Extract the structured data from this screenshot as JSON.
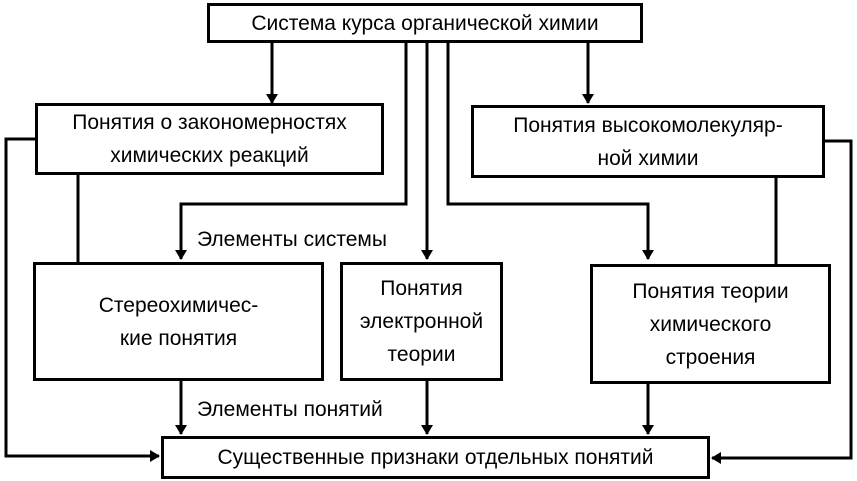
{
  "boxes": {
    "top": "Система курса органической химии",
    "left_upper": "Понятия о закономерностях\nхимических реакций",
    "right_upper": "Понятия высокомолекуляр-\nной химии",
    "stereo": "Стереохимичес-\nкие понятия",
    "electronic": "Понятия\nэлектронной\nтеории",
    "structure": "Понятия теории\nхимического\nстроения",
    "bottom": "Существенные признаки отдельных понятий"
  },
  "labels": {
    "system_elements": "Элементы системы",
    "concept_elements": "Элементы понятий"
  }
}
